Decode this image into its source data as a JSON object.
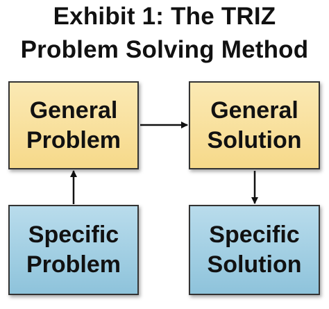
{
  "title": {
    "line1": "Exhibit 1: The TRIZ",
    "line2": "Problem Solving Method"
  },
  "boxes": {
    "general_problem": {
      "line1": "General",
      "line2": "Problem"
    },
    "general_solution": {
      "line1": "General",
      "line2": "Solution"
    },
    "specific_problem": {
      "line1": "Specific",
      "line2": "Problem"
    },
    "specific_solution": {
      "line1": "Specific",
      "line2": "Solution"
    }
  },
  "colors": {
    "general_fill": "#f6d98a",
    "specific_fill": "#8ec3db",
    "border": "#333333",
    "arrow": "#111111"
  }
}
